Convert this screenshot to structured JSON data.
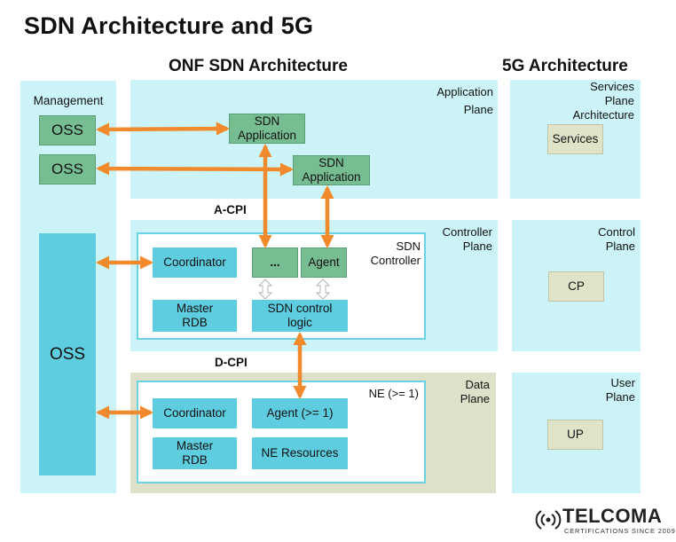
{
  "title": "SDN Architecture and 5G",
  "onf_heading": "ONF SDN Architecture",
  "g5_heading": "5G Architecture",
  "management": {
    "label": "Management",
    "oss_1": "OSS",
    "oss_2": "OSS",
    "oss_3": "OSS"
  },
  "application_plane": {
    "label_line1": "Application",
    "label_line2": "Plane",
    "sdn_app_1_line1": "SDN",
    "sdn_app_1_line2": "Application",
    "sdn_app_2_line1": "SDN",
    "sdn_app_2_line2": "Application"
  },
  "a_cpi": "A-CPI",
  "controller_plane": {
    "label_line1": "Controller",
    "label_line2": "Plane",
    "sdn_controller_line1": "SDN",
    "sdn_controller_line2": "Controller",
    "coordinator": "Coordinator",
    "ellipsis": "...",
    "agent": "Agent",
    "master_rdb_line1": "Master",
    "master_rdb_line2": "RDB",
    "sdn_control_logic_line1": "SDN control",
    "sdn_control_logic_line2": "logic"
  },
  "d_cpi": "D-CPI",
  "data_plane": {
    "label_line1": "Data",
    "label_line2": "Plane",
    "ne_label": "NE (>= 1)",
    "coordinator": "Coordinator",
    "agent": "Agent (>= 1)",
    "master_rdb_line1": "Master",
    "master_rdb_line2": "RDB",
    "ne_resources": "NE Resources"
  },
  "g5": {
    "services_plane_line1": "Services",
    "services_plane_line2": "Plane",
    "services_plane_line3": "Architecture",
    "services_box": "Services",
    "control_plane_line1": "Control",
    "control_plane_line2": "Plane",
    "cp_box": "CP",
    "user_plane_line1": "User",
    "user_plane_line2": "Plane",
    "up_box": "UP"
  },
  "logo": {
    "name": "TELCOMA",
    "tagline": "CERTIFICATIONS SINCE 2009"
  },
  "colors": {
    "arrow": "#f08a2c",
    "panel_cyan": "#ccf4f8",
    "panel_beige": "#dfe0c9",
    "box_green": "#77bd92",
    "box_blue": "#5fcde0",
    "box_beige": "#e1e3c8"
  }
}
